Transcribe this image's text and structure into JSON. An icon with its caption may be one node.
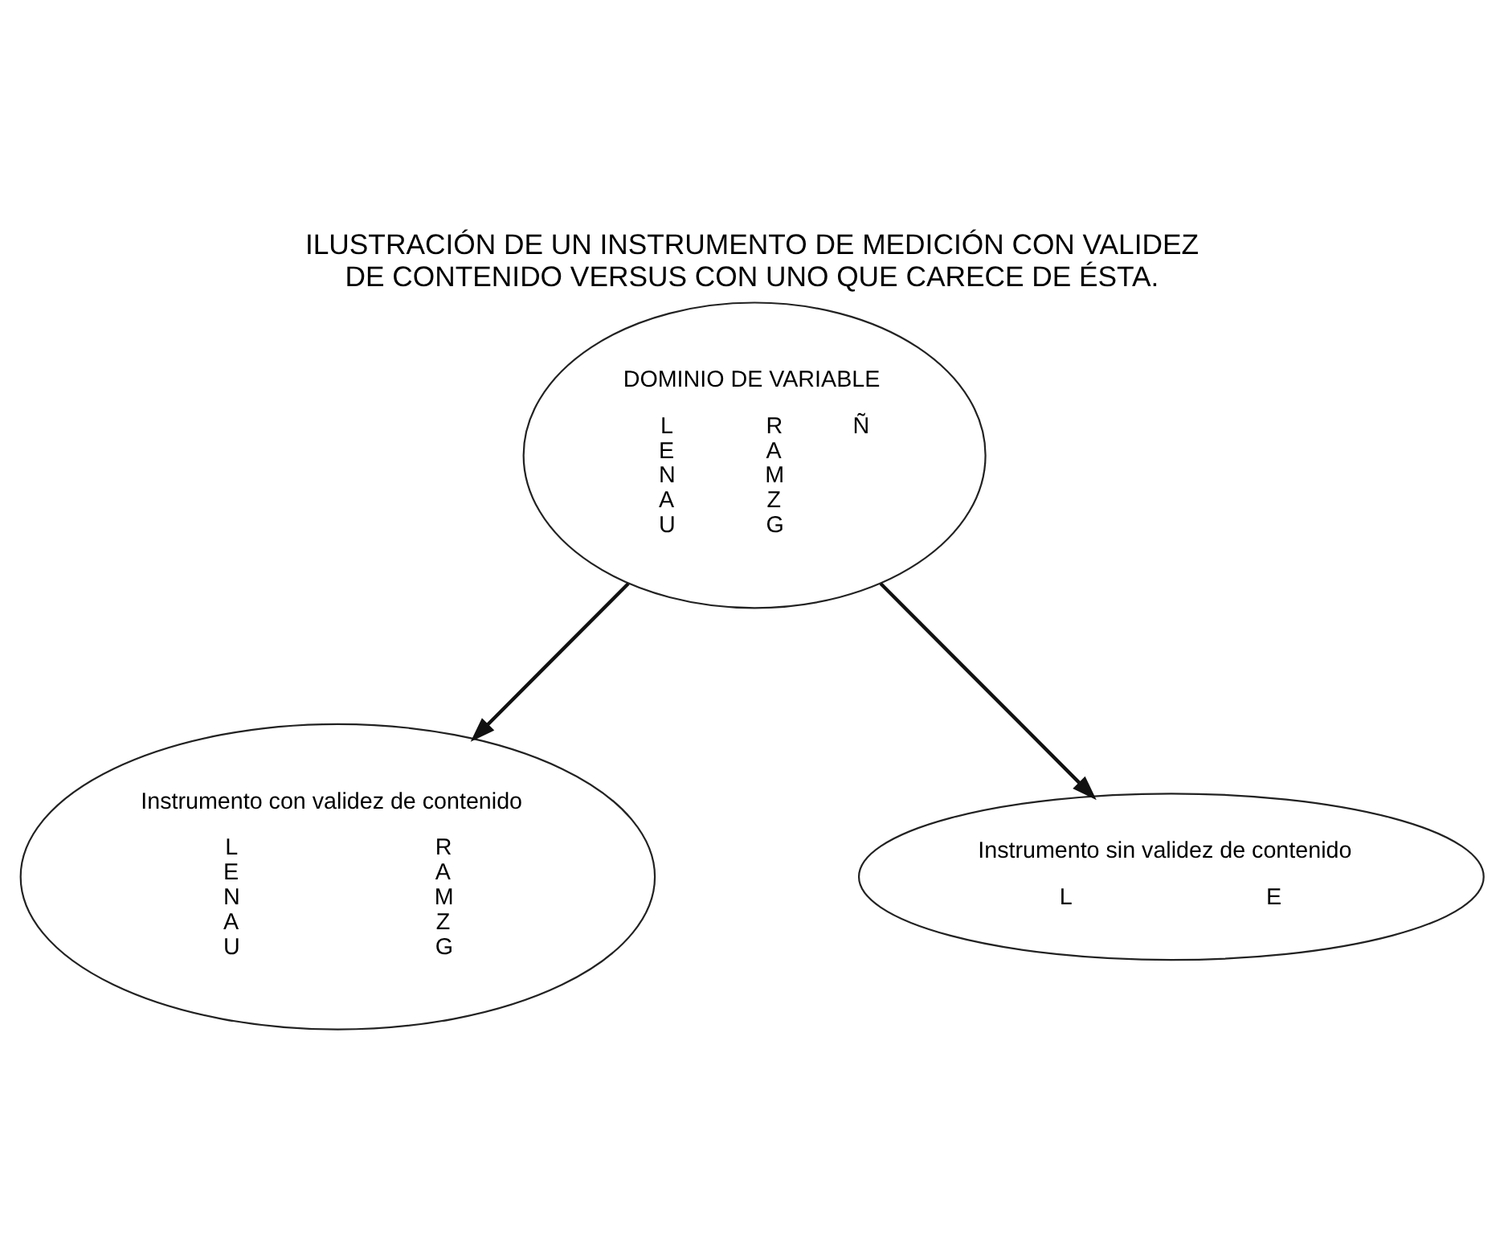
{
  "diagram": {
    "title": "ILUSTRACIÓN DE UN INSTRUMENTO DE MEDICIÓN CON VALIDEZ DE CONTENIDO VERSUS CON UNO QUE CARECE DE ÉSTA.",
    "nodes": [
      {
        "text": [
          "DOMINIO DE VARIABLE",
          "L E N A U",
          "R A M Z G",
          "Ñ"
        ]
      },
      {
        "text": [
          "Instrumento con validez de contenido",
          "L E N A U",
          "R A M Z G"
        ]
      },
      {
        "text": [
          "Instrumento sin validez de contenido",
          "L",
          "E"
        ]
      }
    ],
    "edges": [
      {
        "from": 0,
        "to": 1,
        "arrow": "to"
      },
      {
        "from": 0,
        "to": 2,
        "arrow": "to"
      }
    ]
  }
}
